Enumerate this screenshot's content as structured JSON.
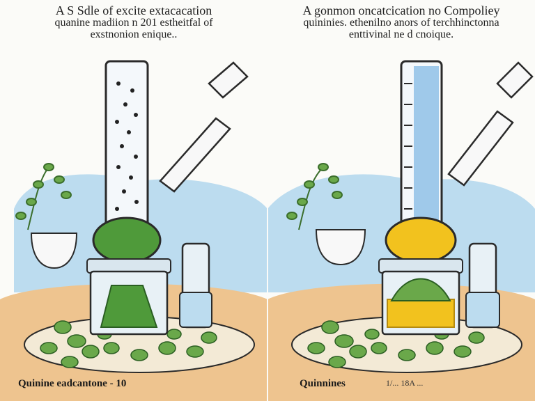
{
  "left_panel": {
    "caption_line1": "A S Sdle of excite extacacation",
    "caption_line2": "quanine madiion n 201 estheitfal of",
    "caption_line3": "exstnonion enique..",
    "footer_label": "Quinine eadcantone - 10",
    "liquid_color": "#4f9a3a"
  },
  "right_panel": {
    "caption_line1": "A gonmon oncatcication no Compoliey",
    "caption_line2": "quininies. ethenilno anors of terchhinctonna",
    "caption_line3": "enttivinal ne d cnoique.",
    "footer_label": "Quinnines",
    "footer_right": "1/... 18A ...",
    "liquid_color": "#f2c21e"
  },
  "colors": {
    "sky": "#bcdcef",
    "ground": "#eec48f",
    "leaf": "#5f9b3f",
    "outline": "#2a2a2a"
  }
}
